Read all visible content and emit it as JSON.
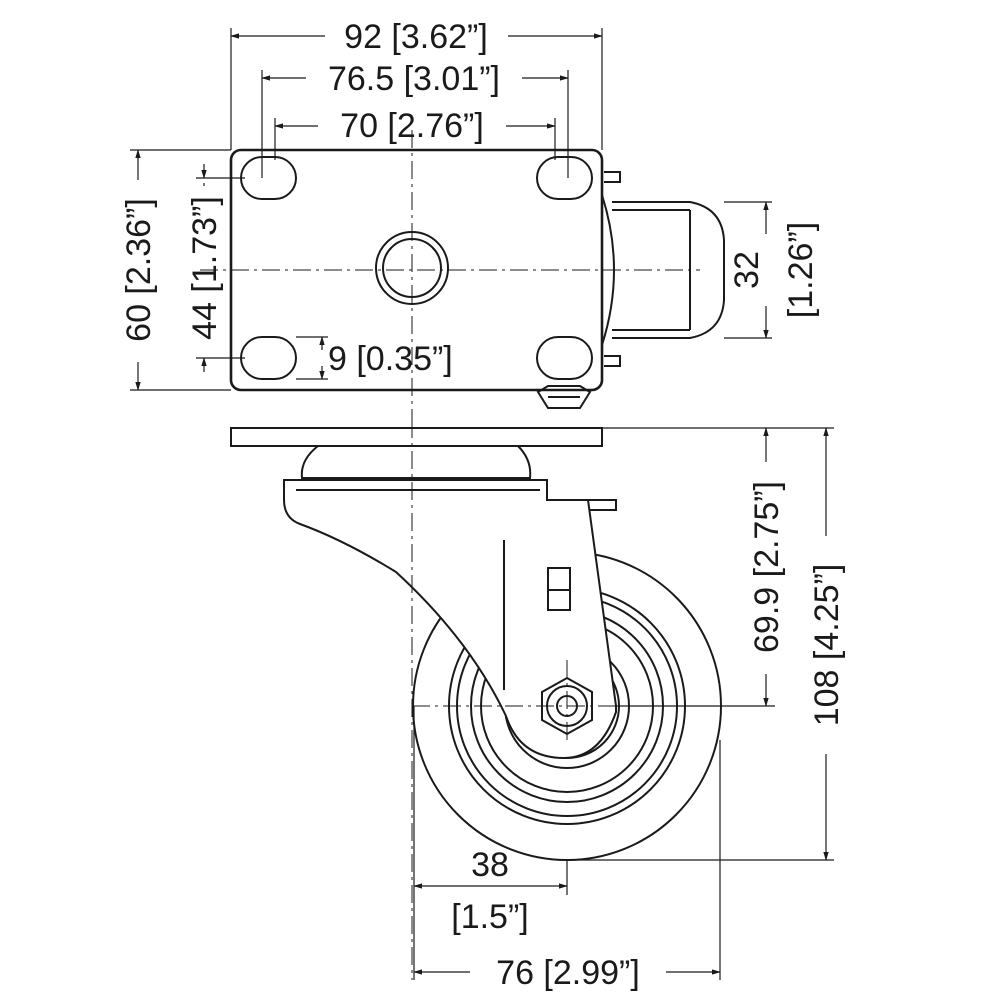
{
  "dimensions": {
    "overall_width": "92 [3.62”]",
    "hole_spacing_outer": "76.5 [3.01”]",
    "hole_spacing_inner": "70 [2.76”]",
    "plate_depth": "60 [2.36”]",
    "hole_spacing_depth": "44 [1.73”]",
    "slot_width": "9 [0.35”]",
    "wheel_width_mm": "32",
    "wheel_width_in": "[1.26”]",
    "swivel_offset": "69.9 [2.75”]",
    "overall_height": "108 [4.25”]",
    "offset_mm": "38",
    "offset_in": "[1.5”]",
    "wheel_diameter": "76 [2.99”]"
  }
}
